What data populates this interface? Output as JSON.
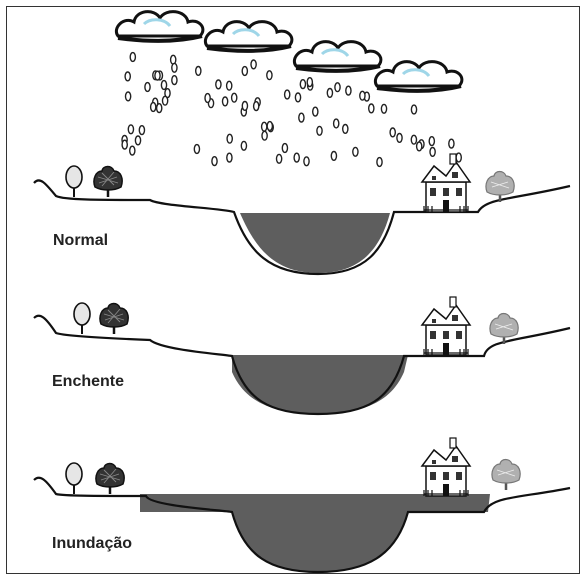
{
  "scenes": [
    {
      "label": "Normal",
      "state": "normal"
    },
    {
      "label": "Enchente",
      "state": "flood"
    },
    {
      "label": "Inundação",
      "state": "overflow"
    }
  ],
  "colors": {
    "water": "#5e5e5e",
    "outline": "#111111",
    "rain_drop": "#ffffff",
    "cloud": "#ffffff",
    "cloud_accent": "#9fd6e8",
    "tree_dark": "#222222",
    "tree_light": "#9a9a9a"
  },
  "icons": [
    "rain-cloud-icon",
    "raindrop-icon",
    "tree-icon",
    "house-icon"
  ]
}
